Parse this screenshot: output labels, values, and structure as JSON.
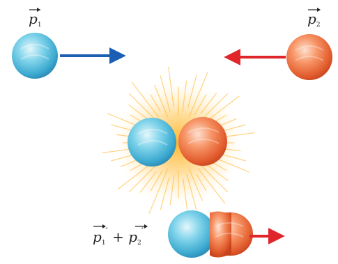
{
  "labels": {
    "p1": {
      "base": "p",
      "sub": "1",
      "prime": ""
    },
    "p2": {
      "base": "p",
      "sub": "2",
      "prime": ""
    },
    "sum": {
      "a_base": "p",
      "a_sub": "1",
      "a_prime": "′",
      "plus": "+",
      "b_base": "p",
      "b_sub": "2",
      "b_prime": "′"
    }
  },
  "colors": {
    "blue_ball": "#4fc3dd",
    "orange_ball": "#f07a4a",
    "blue_arrow": "#1a5fb4",
    "red_arrow": "#e0262b",
    "glow": "#ffb11f",
    "text": "#222222"
  }
}
